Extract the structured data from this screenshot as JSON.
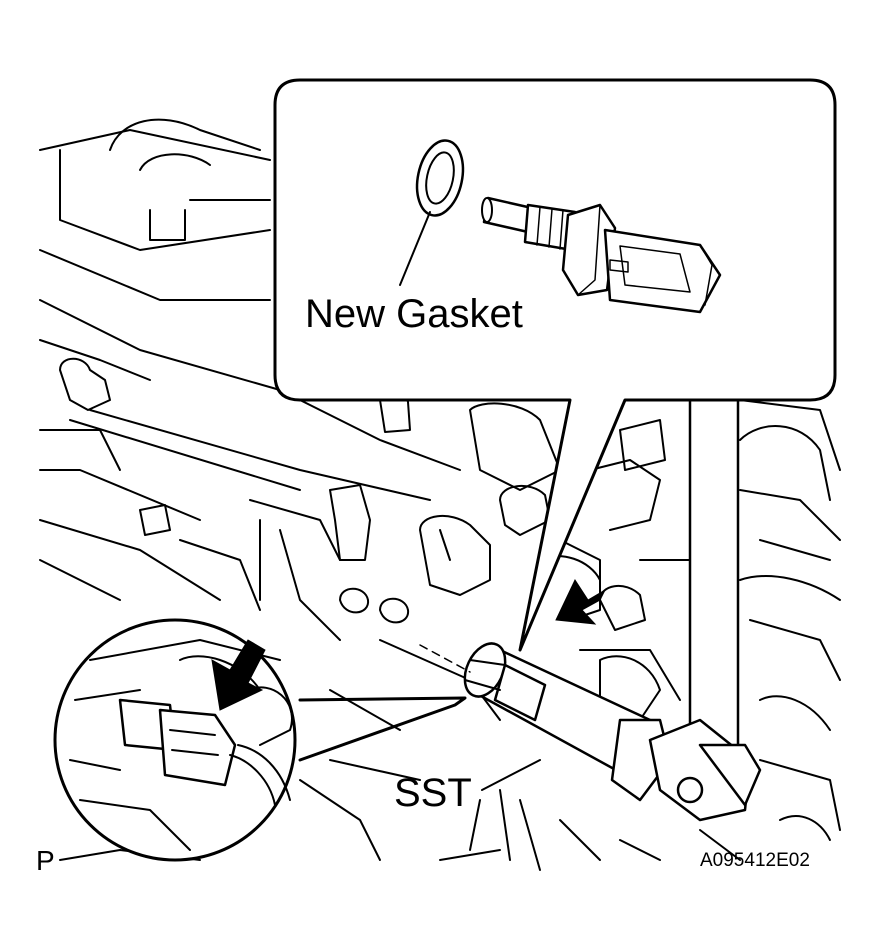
{
  "labels": {
    "new_gasket": "New Gasket",
    "sst": "SST",
    "view_marker": "P",
    "figure_id": "A095412E02"
  },
  "icons": [
    "engine-bay-drawing",
    "gasket-icon",
    "sensor-icon",
    "socket-wrench-icon",
    "arrow-icon"
  ],
  "colors": {
    "line": "#000000",
    "background": "#ffffff"
  }
}
